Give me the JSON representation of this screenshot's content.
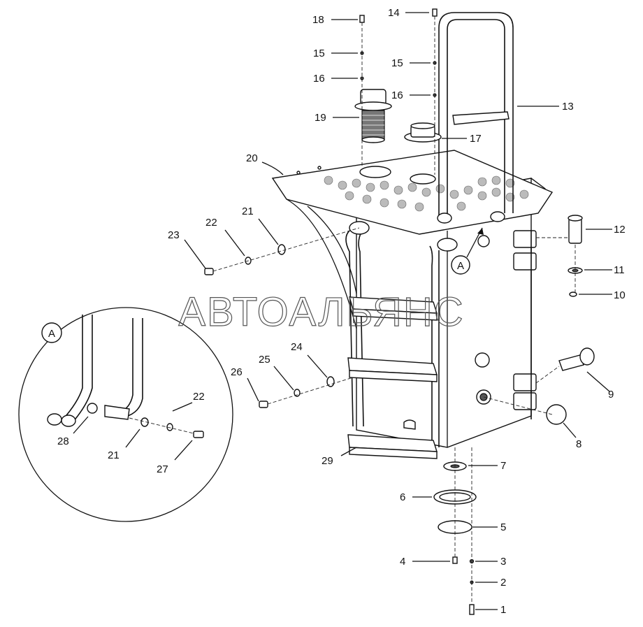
{
  "watermark": "АВТОАЛЬЯНС",
  "detail_marker": "A",
  "labels": {
    "l1": "1",
    "l2": "2",
    "l3": "3",
    "l4": "4",
    "l5": "5",
    "l6": "6",
    "l7": "7",
    "l8": "8",
    "l9": "9",
    "l10": "10",
    "l11": "11",
    "l12": "12",
    "l13": "13",
    "l14": "14",
    "l15a": "15",
    "l15b": "15",
    "l16a": "16",
    "l16b": "16",
    "l17": "17",
    "l18": "18",
    "l19": "19",
    "l20": "20",
    "l21a": "21",
    "l21b": "21",
    "l22a": "22",
    "l22b": "22",
    "l23": "23",
    "l24": "24",
    "l25": "25",
    "l26": "26",
    "l27": "27",
    "l28": "28",
    "l29": "29"
  }
}
